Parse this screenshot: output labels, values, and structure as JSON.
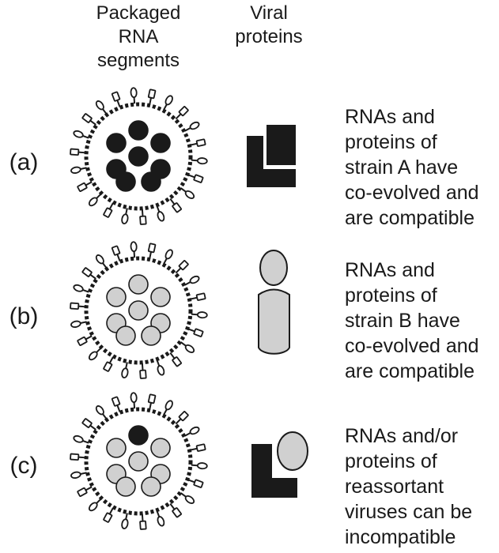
{
  "header": {
    "rna_lines": [
      "Packaged",
      "RNA",
      "segments"
    ],
    "protein_lines": [
      "Viral",
      "proteins"
    ]
  },
  "rows": [
    {
      "label": "(a)",
      "lines": [
        "RNAs and",
        "proteins of",
        "strain A have",
        "co-evolved and",
        "are compatible"
      ],
      "segments": [
        "black",
        "black",
        "black",
        "black",
        "black",
        "black",
        "black",
        "black"
      ],
      "protein_type": "black-L"
    },
    {
      "label": "(b)",
      "lines": [
        "RNAs and",
        "proteins of",
        "strain B have",
        "co-evolved and",
        "are compatible"
      ],
      "segments": [
        "gray",
        "gray",
        "gray",
        "gray",
        "gray",
        "gray",
        "gray",
        "gray"
      ],
      "protein_type": "gray-cylinder"
    },
    {
      "label": "(c)",
      "lines": [
        "RNAs and/or",
        "proteins of",
        "reassortant",
        "viruses can be",
        "incompatible"
      ],
      "segments": [
        "black",
        "gray",
        "gray",
        "gray",
        "gray",
        "gray",
        "gray",
        "gray"
      ],
      "protein_type": "black-L-gray-ellipse"
    }
  ],
  "colors": {
    "black": "#1a1a1a",
    "gray": "#d0d0d0",
    "outline": "#1a1a1a"
  }
}
